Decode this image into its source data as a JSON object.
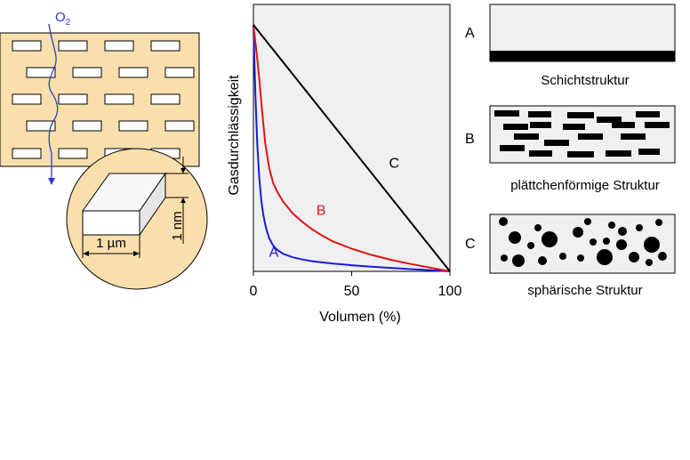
{
  "colors": {
    "composite_fill": "#f9dfac",
    "plot_bg": "#f0f0f0",
    "curve_a": "#1a1adc",
    "curve_b": "#e01414",
    "curve_c": "#000000",
    "oxygen_path": "#2a3cd2",
    "panel_bg": "#f0f0f0"
  },
  "composite": {
    "oxygen_label": "O",
    "oxygen_subscript": "2",
    "platelet_width_label": "1 µm",
    "platelet_height_label": "1 nm"
  },
  "chart_data": {
    "type": "line",
    "xlabel": "Volumen (%)",
    "ylabel": "Gasdurchlässigkeit",
    "xlim": [
      0,
      100
    ],
    "ylim": [
      0,
      1
    ],
    "x_ticks": [
      "0",
      "50",
      "100"
    ],
    "grid": false,
    "series": [
      {
        "name": "A",
        "color": "#1a1adc",
        "x": [
          0,
          1,
          2,
          3,
          4,
          5,
          6,
          7,
          8,
          10,
          12,
          15,
          20,
          25,
          30,
          40,
          50,
          60,
          70,
          80,
          90,
          100
        ],
        "y": [
          1.0,
          0.72,
          0.51,
          0.38,
          0.29,
          0.23,
          0.19,
          0.16,
          0.135,
          0.105,
          0.088,
          0.072,
          0.057,
          0.048,
          0.041,
          0.032,
          0.025,
          0.019,
          0.014,
          0.009,
          0.005,
          0.0
        ]
      },
      {
        "name": "B",
        "color": "#e01414",
        "x": [
          0,
          1,
          2,
          3,
          4,
          5,
          6,
          8,
          10,
          12,
          15,
          20,
          25,
          30,
          35,
          40,
          50,
          60,
          70,
          80,
          90,
          100
        ],
        "y": [
          1.0,
          0.93,
          0.86,
          0.78,
          0.69,
          0.6,
          0.52,
          0.42,
          0.36,
          0.325,
          0.285,
          0.235,
          0.2,
          0.17,
          0.145,
          0.123,
          0.092,
          0.067,
          0.047,
          0.03,
          0.015,
          0.0
        ]
      },
      {
        "name": "C",
        "color": "#000000",
        "x": [
          0,
          100
        ],
        "y": [
          1.0,
          0.0
        ]
      }
    ],
    "annotations": [
      {
        "text": "A",
        "x": 8,
        "y": 0.06
      },
      {
        "text": "B",
        "x": 32,
        "y": 0.23
      },
      {
        "text": "C",
        "x": 69,
        "y": 0.42
      }
    ]
  },
  "structures": [
    {
      "letter": "A",
      "caption": "Schichtstruktur"
    },
    {
      "letter": "B",
      "caption": "plättchenförmige Struktur"
    },
    {
      "letter": "C",
      "caption": "sphärische Struktur"
    }
  ]
}
